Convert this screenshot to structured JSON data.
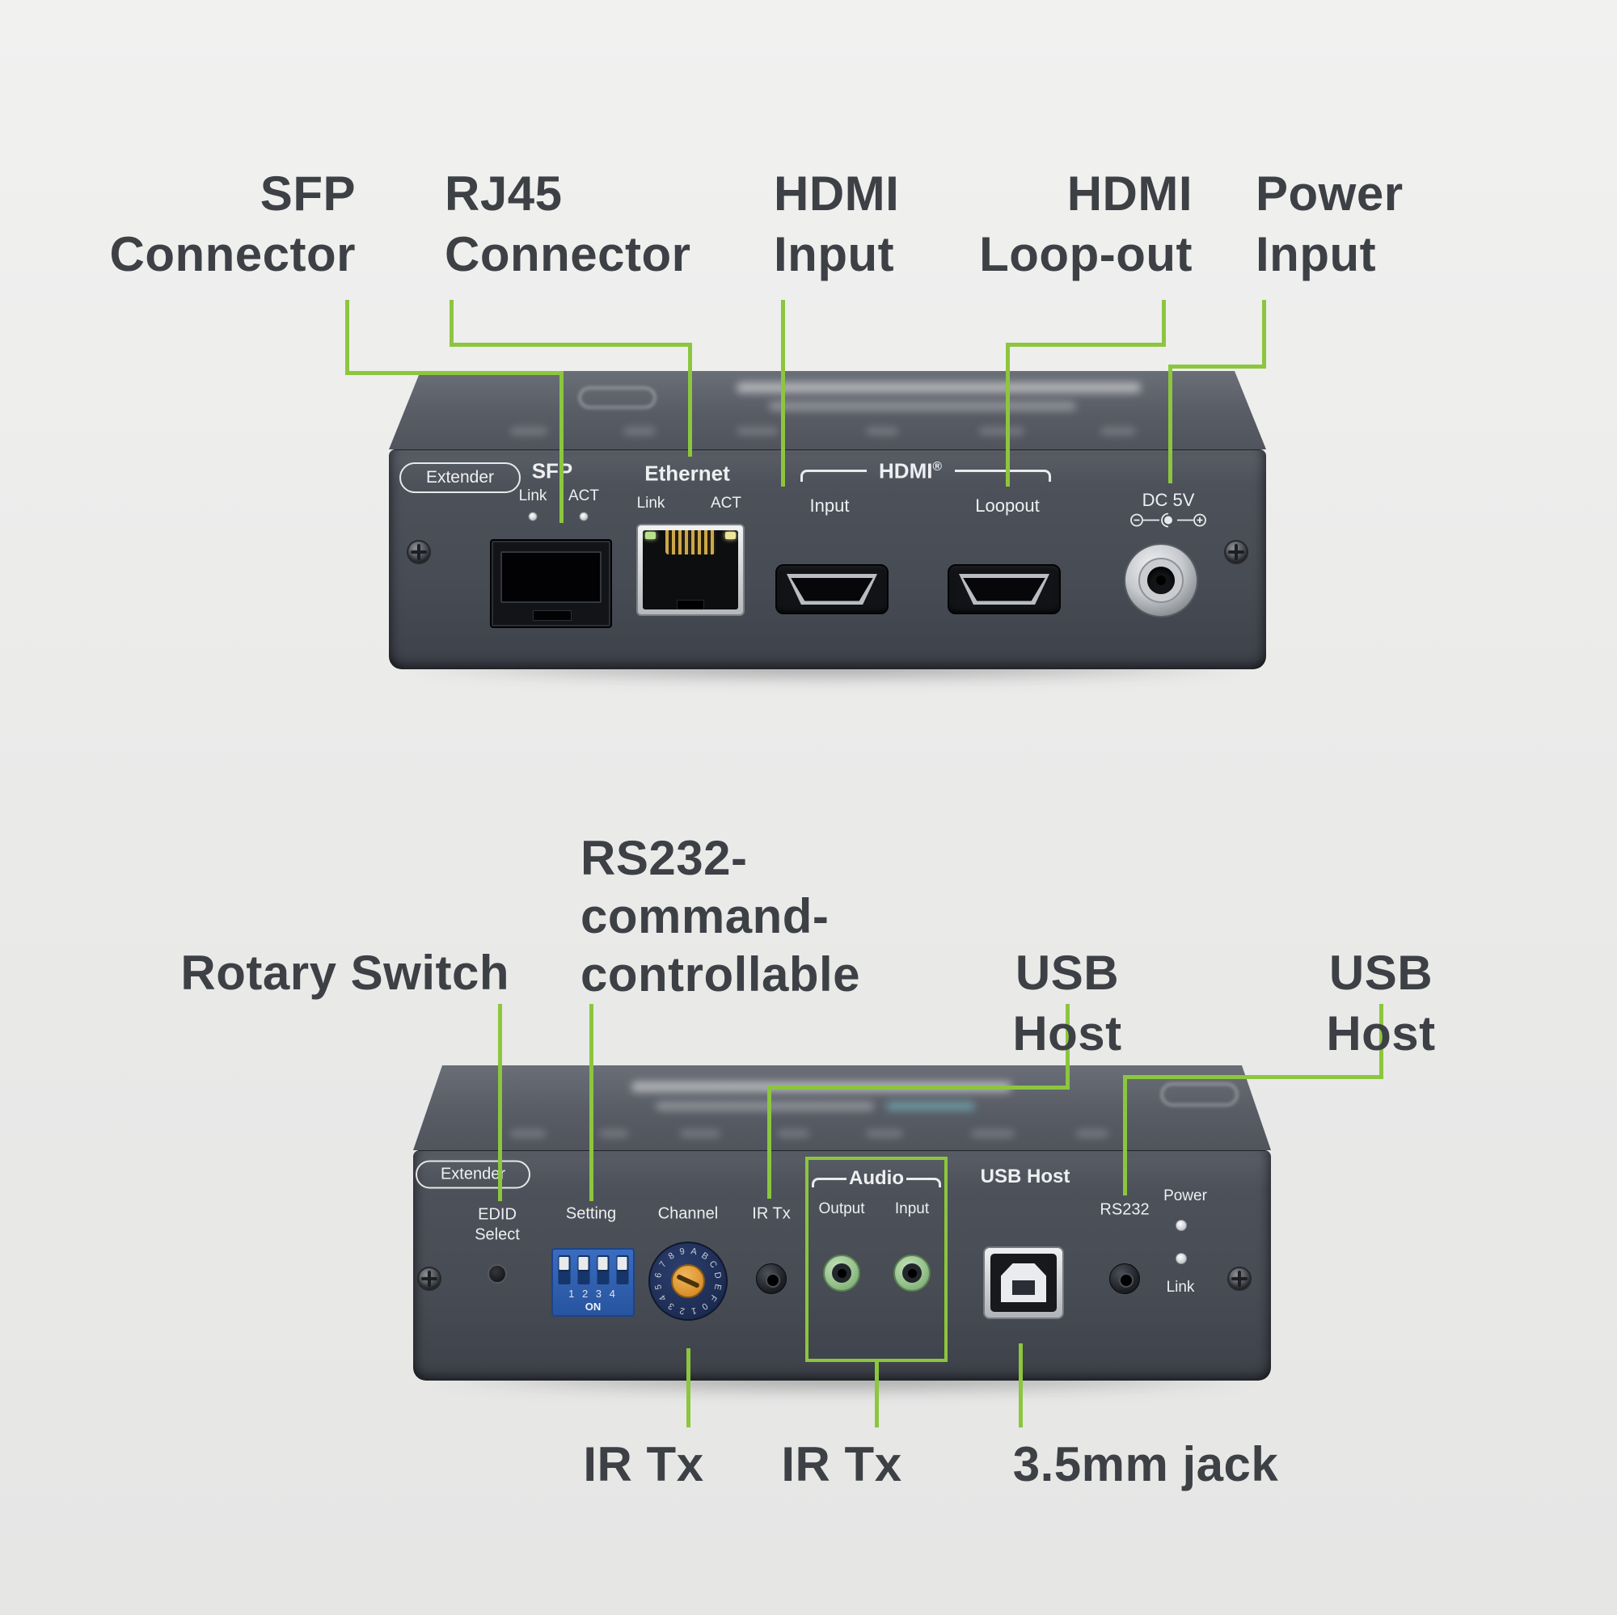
{
  "colors": {
    "background": "#ebebeb",
    "accent_green": "#8cc63e",
    "device_body": "#4b4f58",
    "dip_blue": "#2e5fb2",
    "rotary_orange": "#e8a23c",
    "audio_jack_green": "#a9d09e",
    "label_text": "#3d4045",
    "device_text": "#edeff1"
  },
  "top_callouts": {
    "sfp": {
      "line1": "SFP",
      "line2": "Connector"
    },
    "rj45": {
      "line1": "RJ45",
      "line2": "Connector"
    },
    "hdmi_input": {
      "line1": "HDMI",
      "line2": "Input"
    },
    "hdmi_loopout": {
      "line1": "HDMI",
      "line2": "Loop-out"
    },
    "power": {
      "line1": "Power",
      "line2": "Input"
    }
  },
  "rear_device": {
    "badge": "Extender",
    "sfp": {
      "title": "SFP",
      "link": "Link",
      "act": "ACT"
    },
    "ethernet": {
      "title": "Ethernet",
      "link": "Link",
      "act": "ACT"
    },
    "hdmi": {
      "title": "HDMI",
      "reg": "®",
      "input": "Input",
      "loopout": "Loopout"
    },
    "power": {
      "label": "DC 5V"
    }
  },
  "bottom_callouts": {
    "rotary": "Rotary Switch",
    "rs232": {
      "line1": "RS232-",
      "line2": "command-",
      "line3": "controllable"
    },
    "usb1": "USB Host",
    "usb2": "USB Host",
    "ir1": "IR Tx",
    "ir2": "IR Tx",
    "jack35": "3.5mm jack"
  },
  "front_device": {
    "badge": "Extender",
    "edid": {
      "line1": "EDID",
      "line2": "Select"
    },
    "setting": "Setting",
    "dip": {
      "numbers": "1 2 3 4",
      "on": "ON"
    },
    "channel": "Channel",
    "rotary_digits": "0123456789ABCDEF",
    "ir_tx": "IR Tx",
    "audio": {
      "title": "Audio",
      "output": "Output",
      "input": "Input"
    },
    "usb": "USB Host",
    "rs232": "RS232",
    "leds": {
      "power": "Power",
      "link": "Link"
    }
  }
}
